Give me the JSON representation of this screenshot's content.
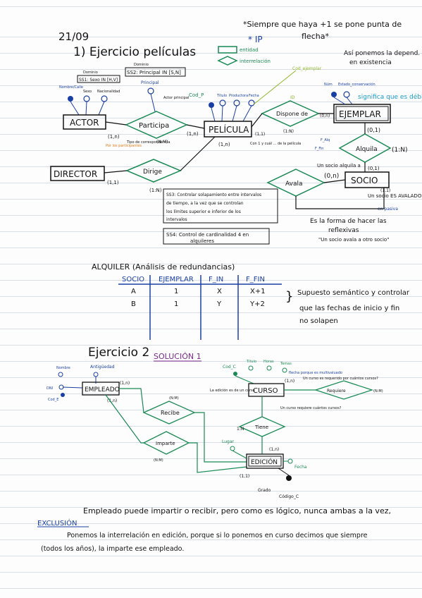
{
  "header": {
    "date": "21/09",
    "title": "1) Ejercicio películas",
    "note_line1": "*Siempre que haya +1 se pone punta de",
    "note_line2": "flecha*",
    "ip": "* IP",
    "legend_entity": "entidad",
    "legend_relation": "interrelación"
  },
  "ex1": {
    "entities": {
      "actor": "ACTOR",
      "pelicula": "PELÍCULA",
      "director": "DIRECTOR",
      "ejemplar": "EJEMPLAR",
      "socio": "SOCIO"
    },
    "relations": {
      "participa": "Participa",
      "dirige": "Dirige",
      "dispone": "Dispone de",
      "alquila": "Alquila",
      "avala": "Avala"
    },
    "attributes": {
      "dominio_label1": "Dominio",
      "ss1": "SS1: Sexo IN [H,V]",
      "dominio_label2": "Dominio",
      "ss2": "SS2: Principal IN [S,N]",
      "nombre_calle": "Nombre/Calle",
      "sexo": "Sexo",
      "nacionalidad": "Nacionalidad",
      "principal": "Principal",
      "actor_principal": "Actor principal",
      "cod_p": "Cod_P",
      "titulo": "Título",
      "productora": "Productora",
      "fecha": "Fecha",
      "cod_ejemplar": "Cod_ejemplar",
      "num": "Núm",
      "estado": "Estado_conservación",
      "id": "ID",
      "f_alquiler": "F_Alq",
      "f_fin": "F_Fin"
    },
    "cardinalities": {
      "actor_participa": "(1,n)",
      "participa_pelicula": "(1,n)",
      "pelicula_dispone": "(1,1)",
      "dispone_ejemplar": "(0,n)",
      "ejemplar_alquila": "(0,1)",
      "alquila_socio": "(0,1)",
      "socio_avala": "(0,n)",
      "director_dirige": "(1,1)",
      "dirige_pelicula": "(1,n)",
      "dirige_type": "(1:N)",
      "participa_type": "(N:M)",
      "dispone_type": "(1:N)",
      "alquila_type": "(1:N)",
      "avala_type": "(1,1)",
      "part_pct": "(1,n)",
      "part_tipo": "Tipo de correspondencia"
    },
    "annotations": {
      "asi_ponemos": "Así ponemos la depend.",
      "en_existencia": "en existencia",
      "significa": "significa que es débil",
      "un_socio_alquila": "Un socio alquila a",
      "un_socio_es_avalado": "Un socio ES AVALADO POR",
      "en_pasiva": "en pasiva",
      "forma_reflexiva1": "Es la forma de hacer las",
      "forma_reflexiva2": "reflexivas",
      "socio_avala_socio": "\"Un socio avala a otro socio\"",
      "ss3_1": "SS3: Controlar solapamiento entre intervalos",
      "ss3_2": "de tiempo, a la vez que se controlan",
      "ss3_3": "los límites superior e inferior de los",
      "ss3_4": "intervalos",
      "ss4_1": "SS4: Control de cardinalidad 4 en",
      "ss4_2": "alquileres",
      "por_participantes": "Por los participantes",
      "con_participa": "Con 1 y cuál ... de la película"
    }
  },
  "alquiler": {
    "title": "ALQUILER (Análisis de redundancias)",
    "columns": [
      "SOCIO",
      "EJEMPLAR",
      "F_IN",
      "F_FIN"
    ],
    "rows": [
      [
        "A",
        "1",
        "X",
        "X+1"
      ],
      [
        "B",
        "1",
        "Y",
        "Y+2"
      ]
    ],
    "note1": "Supuesto semántico y controlar",
    "note2": "que las fechas de inicio y fin",
    "note3": "no solapen"
  },
  "ex2": {
    "title": "Ejercicio 2",
    "solution": "SOLUCIÓN 1",
    "entities": {
      "empleado": "EMPLEADO",
      "curso": "CURSO",
      "edicion": "EDICIÓN"
    },
    "relations": {
      "recibe": "Recibe",
      "imparte": "Imparte",
      "tiene": "Tiene",
      "requiere": "Requiere"
    },
    "attributes": {
      "nombre": "Nombre",
      "antiguedad": "Antigüedad",
      "cod_e": "Cod_E",
      "dni": "DNI",
      "cod_c": "Cod_C",
      "titulo": "Título",
      "horas": "Horas",
      "temas": "Temas",
      "lugar": "Lugar",
      "fecha": "Fecha",
      "grado": "Grado",
      "cod_ed": "Código_C"
    },
    "cardinalities": {
      "empleado_card": "(1,n)",
      "empleado_card2": "(1,n)",
      "recibe_type": "(N:M)",
      "imparte_type": "(N:M)",
      "curso_card": "(1,n)",
      "requiere_type": "(N:M)",
      "tiene_type": "1:N",
      "edicion_card": "(1,n)",
      "edicion_card2": "(1,1)"
    },
    "annotations": {
      "flecha_multi": "flecha porque es multivaluado",
      "un_curso": "Un curso es requerido por cuántos cursos?",
      "un_curso2": "Un curso requiere cuántos cursos?",
      "edicion_note": "La edición es de un curso"
    },
    "closing1": "Empleado puede impartir o recibir, pero como es lógico, nunca ambas a la vez,",
    "exclusion": "EXCLUSIÓN",
    "closing2": "Ponemos la interrelación en edición, porque si lo ponemos en curso decimos que siempre",
    "closing3": "(todos los años), la imparte ese empleado."
  },
  "colors": {
    "ink": "#111111",
    "blue": "#1a3fa3",
    "green": "#1a8a55",
    "lime": "#8fb82a",
    "orange": "#e07b1a",
    "purple": "#7a2a8a",
    "cyan": "#1a9ad0"
  }
}
